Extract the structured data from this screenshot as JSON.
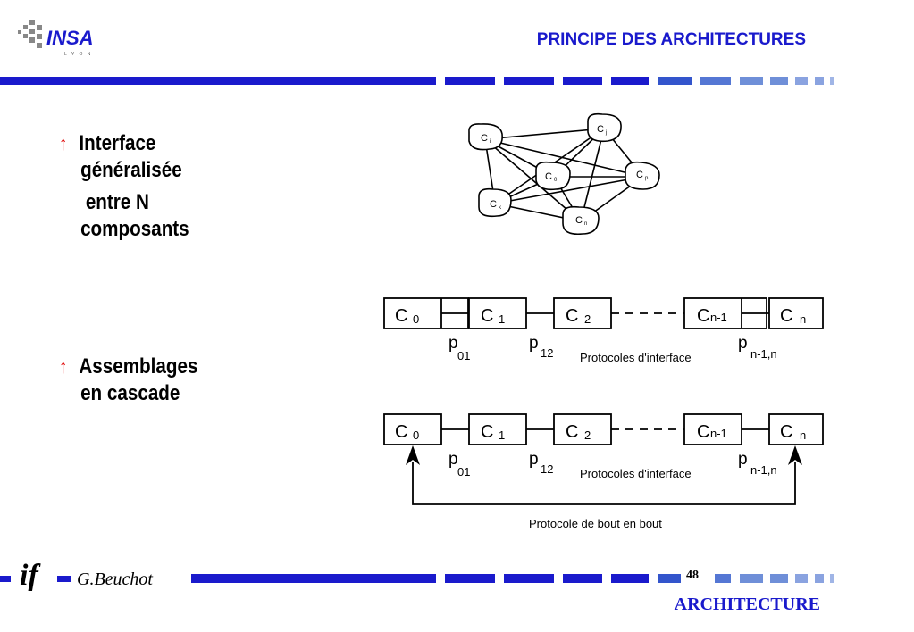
{
  "header": {
    "title": "PRINCIPE DES ARCHITECTURES",
    "logo_text": "INSA",
    "logo_subtext": "L Y O N"
  },
  "bullets": [
    {
      "arrow": "↑",
      "lines": [
        "Interface",
        "généralisée",
        " entre N",
        "composants"
      ]
    },
    {
      "arrow": "↑",
      "lines": [
        "Assemblages",
        "en cascade"
      ]
    }
  ],
  "mesh": {
    "nodes": [
      {
        "main": "C",
        "sub": "i"
      },
      {
        "main": "C",
        "sub": "j"
      },
      {
        "main": "C",
        "sub": "0"
      },
      {
        "main": "C",
        "sub": "p"
      },
      {
        "main": "C",
        "sub": "k"
      },
      {
        "main": "C",
        "sub": "n"
      }
    ]
  },
  "chain": {
    "boxes": [
      {
        "main": "C",
        "sub": "0"
      },
      {
        "main": "C",
        "sub": "1"
      },
      {
        "main": "C",
        "sub": "2"
      },
      {
        "main": "C",
        "sub": "n-1"
      },
      {
        "main": "C",
        "sub": "n"
      }
    ],
    "protocols": [
      {
        "main": "p",
        "sub": "01"
      },
      {
        "main": "p",
        "sub": "12"
      },
      {
        "main": "p",
        "sub": "n-1,n"
      }
    ],
    "interface_label": "Protocoles d'interface",
    "end_to_end_label": "Protocole de bout en bout"
  },
  "footer": {
    "logo": "if",
    "author": "G.Beuchot",
    "page_number": "48",
    "section": "ARCHITECTURE"
  },
  "colors": {
    "accent": "#1a1acc",
    "rule_dark": "#1a1acc",
    "rule_light": "#6f8fd8",
    "arrow": "#e00000"
  }
}
